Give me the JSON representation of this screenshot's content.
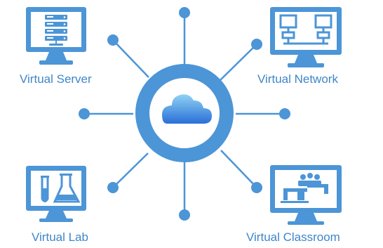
{
  "colors": {
    "primary": "#4c95d7",
    "primary_dark": "#3f86c8",
    "screen_fill": "#ffffff",
    "cloud_top": "#8fd2f4",
    "cloud_bottom": "#2a6fd8"
  },
  "hub": {
    "icon": "cloud-icon"
  },
  "nodes": [
    {
      "label": "Virtual Server",
      "icon": "server-rack-icon"
    },
    {
      "label": "Virtual Network",
      "icon": "network-icon"
    },
    {
      "label": "Virtual Lab",
      "icon": "lab-flask-icon"
    },
    {
      "label": "Virtual Classroom",
      "icon": "classroom-icon"
    }
  ]
}
